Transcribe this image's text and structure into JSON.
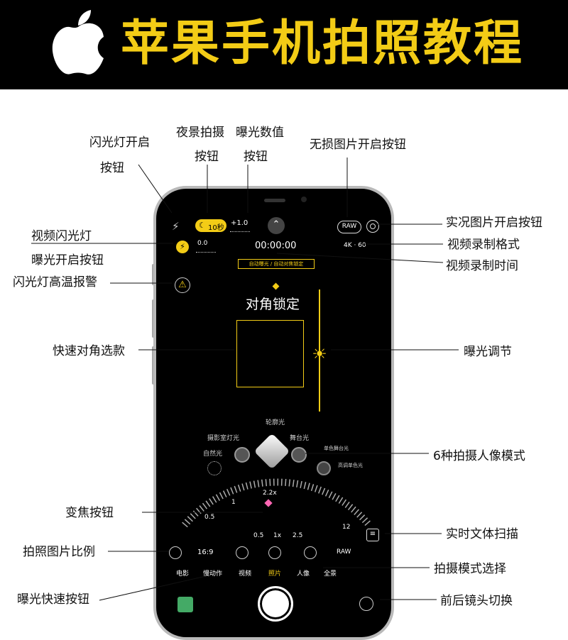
{
  "header": {
    "title": "苹果手机拍照教程"
  },
  "annotations": {
    "flash": [
      "闪光灯开启",
      "按钮"
    ],
    "night": [
      "夜景拍摄",
      "按钮"
    ],
    "exposure_value": [
      "曝光数值",
      "按钮"
    ],
    "raw": "无损图片开启按钮",
    "live": "实况图片开启按钮",
    "video_flash": "视频闪光灯",
    "video_format": "视频录制格式",
    "exposure_on": "曝光开启按钮",
    "record_time": "视频录制时间",
    "flash_warning": "闪光灯高温报警",
    "diag_select": "快速对角选款",
    "exposure_adjust": "曝光调节",
    "portrait_modes": "6种拍摄人像模式",
    "zoom_button": "变焦按钮",
    "text_scan": "实时文体扫描",
    "ratio": "拍照图片比例",
    "mode_select": "拍摄模式选择",
    "exposure_quick": "曝光快速按钮",
    "lens_switch": "前后镜头切换"
  },
  "camera": {
    "night_badge": "10秒",
    "ev_top": "+1.0",
    "raw_label": "RAW",
    "ev_small": "0.0",
    "timer": "00:00:00",
    "video_format": "4K · 60",
    "lock_banner": "自动曝光 / 自动对焦锁定",
    "lock_text": "对角锁定",
    "portrait_top": "轮廓光",
    "portrait_left_top": "摄影室灯光",
    "portrait_left": "自然光",
    "portrait_right_top": "舞台光",
    "portrait_right_a": "单色舞台光",
    "portrait_right_b": "高调单色光",
    "zoom_current": "2.2x",
    "dial_left": "0.5",
    "dial_mid": "1",
    "dial_right": "12",
    "zoom_levels": [
      "0.5",
      "1x",
      "2.5"
    ],
    "ratio": "16:9",
    "raw_toggle": "RAW",
    "modes": [
      "电影",
      "慢动作",
      "视频",
      "照片",
      "人像",
      "全景"
    ]
  },
  "colors": {
    "banner_bg": "#000000",
    "banner_text": "#f3cc16",
    "accent": "#f3cc16",
    "focus_mark": "#ff66b3"
  }
}
